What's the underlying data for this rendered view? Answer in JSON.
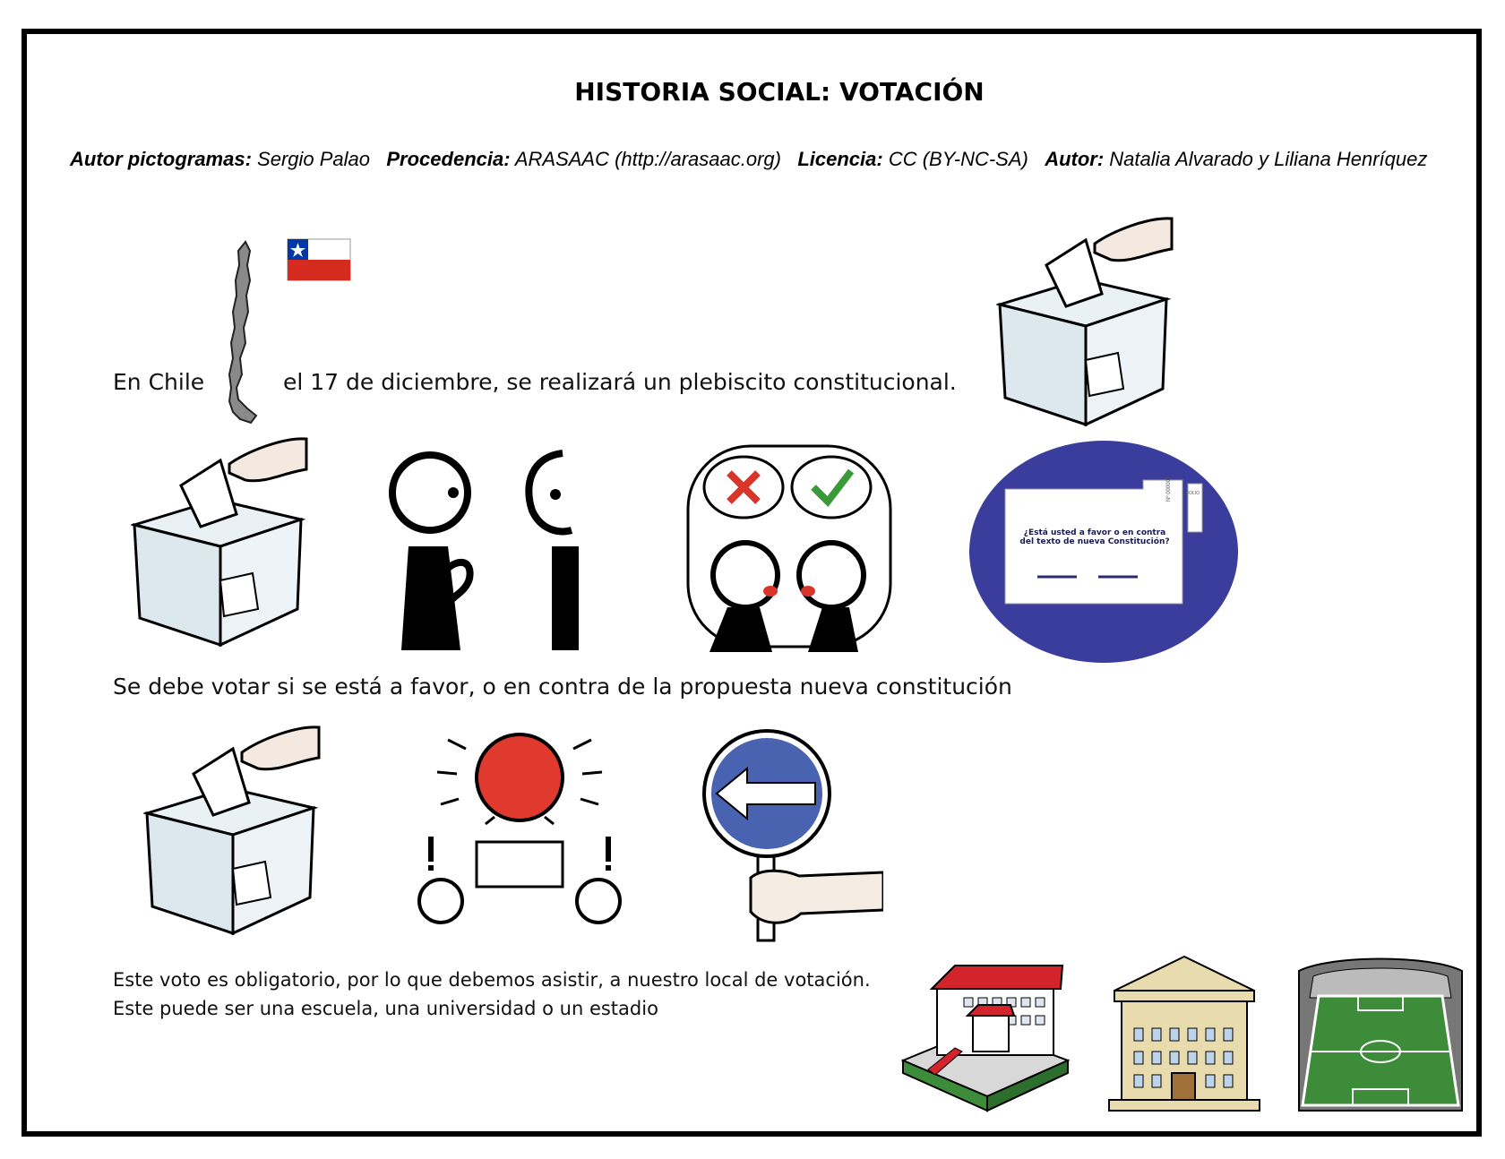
{
  "title": "HISTORIA SOCIAL: VOTACIÓN",
  "credits": {
    "author_pictograms_label": "Autor pictogramas:",
    "author_pictograms_value": "Sergio Palao",
    "source_label": "Procedencia:",
    "source_value": "ARASAAC (http://arasaac.org)",
    "license_label": "Licencia:",
    "license_value": "CC (BY-NC-SA)",
    "author_label": "Autor:",
    "author_value": "Natalia Alvarado y Liliana Henríquez"
  },
  "row1": {
    "text_a": "En Chile",
    "text_b": "el 17 de diciembre, se realizará un plebiscito constitucional."
  },
  "row2": {
    "text": "Se debe votar si se está a favor, o en contra de la propuesta nueva constitución",
    "ballot_question": "¿Está usted a favor o en contra del texto de nueva Constitución?",
    "ballot_number": "Nº 000000",
    "ballot_stub": "FOLIO"
  },
  "row3": {
    "line1": "Este voto es obligatorio, por lo que debemos asistir, a nuestro local de votación.",
    "line2": "Este puede ser una escuela, una universidad o un estadio"
  },
  "icons": [
    "chile-map-icon",
    "chile-flag-icon",
    "ballot-box-icon",
    "people-talking-icon",
    "disagree-icon",
    "ballot-paper-icon",
    "alert-icon",
    "turn-sign-icon",
    "school-icon",
    "university-icon",
    "stadium-icon"
  ],
  "colors": {
    "flag_red": "#d52b1e",
    "flag_blue": "#0039a6",
    "ballot_circle": "#3a3d9c",
    "alert_red": "#e03a2f",
    "sign_blue": "#4a63b0",
    "field_green": "#3d8c3a",
    "roof_red": "#d3232b"
  }
}
